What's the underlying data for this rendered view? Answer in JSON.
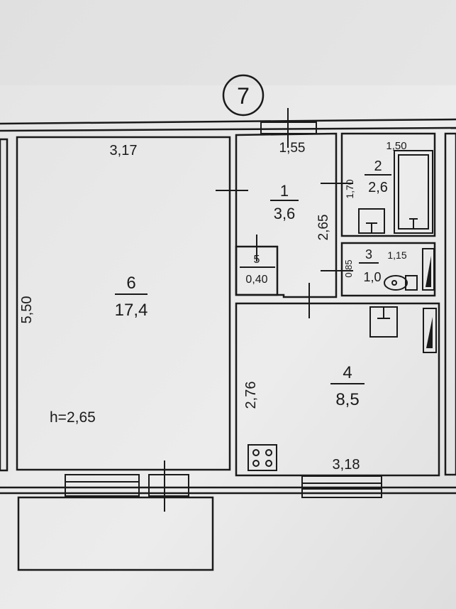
{
  "plan_number": "7",
  "ceiling_height": "h=2,65",
  "rooms": [
    {
      "id": "room-6",
      "number": "6",
      "area": "17,4"
    },
    {
      "id": "room-1",
      "number": "1",
      "area": "3,6"
    },
    {
      "id": "room-2",
      "number": "2",
      "area": "2,6"
    },
    {
      "id": "room-3",
      "number": "3",
      "area": "1,0"
    },
    {
      "id": "room-5",
      "number": "5",
      "area": "0,40"
    },
    {
      "id": "room-4",
      "number": "4",
      "area": "8,5"
    }
  ],
  "dimensions": {
    "room6_width": "3,17",
    "room6_length": "5,50",
    "room1_width": "1,55",
    "room1_length": "2,65",
    "room2_width": "1,50",
    "room2_length": "1,70",
    "room3_width": "1,15",
    "room3_length": "0,85",
    "room4_width": "3,18",
    "room4_length": "2,76"
  },
  "fixture_icons": [
    "bathtub-icon",
    "washbasin-icon",
    "toilet-icon",
    "stove-icon",
    "kitchen-sink-icon",
    "gas-heater-icon"
  ],
  "colors": {
    "paper": "#e9e9e9",
    "line": "#1a1a1a",
    "background": "#cfcfcf"
  }
}
